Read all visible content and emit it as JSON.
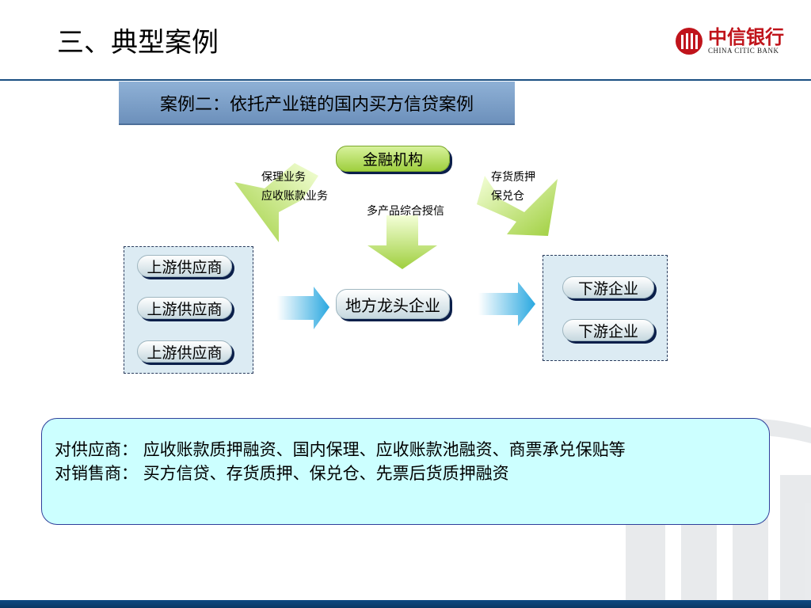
{
  "page": {
    "title": "三、典型案例"
  },
  "logo": {
    "name_cn": "中信银行",
    "name_en": "CHINA CITIC BANK"
  },
  "case_title": "案例二：依托产业链的国内买方信贷案例",
  "diagram": {
    "finance": "金融机构",
    "label_left_1": "保理业务",
    "label_left_2": "应收账款业务",
    "label_center": "多产品综合授信",
    "label_right_1": "存货质押",
    "label_right_2": "保兑仓",
    "core": "地方龙头企业",
    "upstream": [
      "上游供应商",
      "上游供应商",
      "上游供应商"
    ],
    "downstream": [
      "下游企业",
      "下游企业"
    ]
  },
  "summary": {
    "supplier_label": "对供应商：",
    "supplier_text": "应收账款质押融资、国内保理、应收账款池融资、商票承兑保贴等",
    "seller_label": "对销售商：",
    "seller_text": "买方信贷、存货质押、保兑仓、先票后货质押融资"
  },
  "colors": {
    "brand_red": "#c0141b",
    "navy": "#1a4f82",
    "green_arrow": "#9fcf3e",
    "blue_arrow": "#2aa8e0",
    "info_bg": "#ccffff"
  }
}
